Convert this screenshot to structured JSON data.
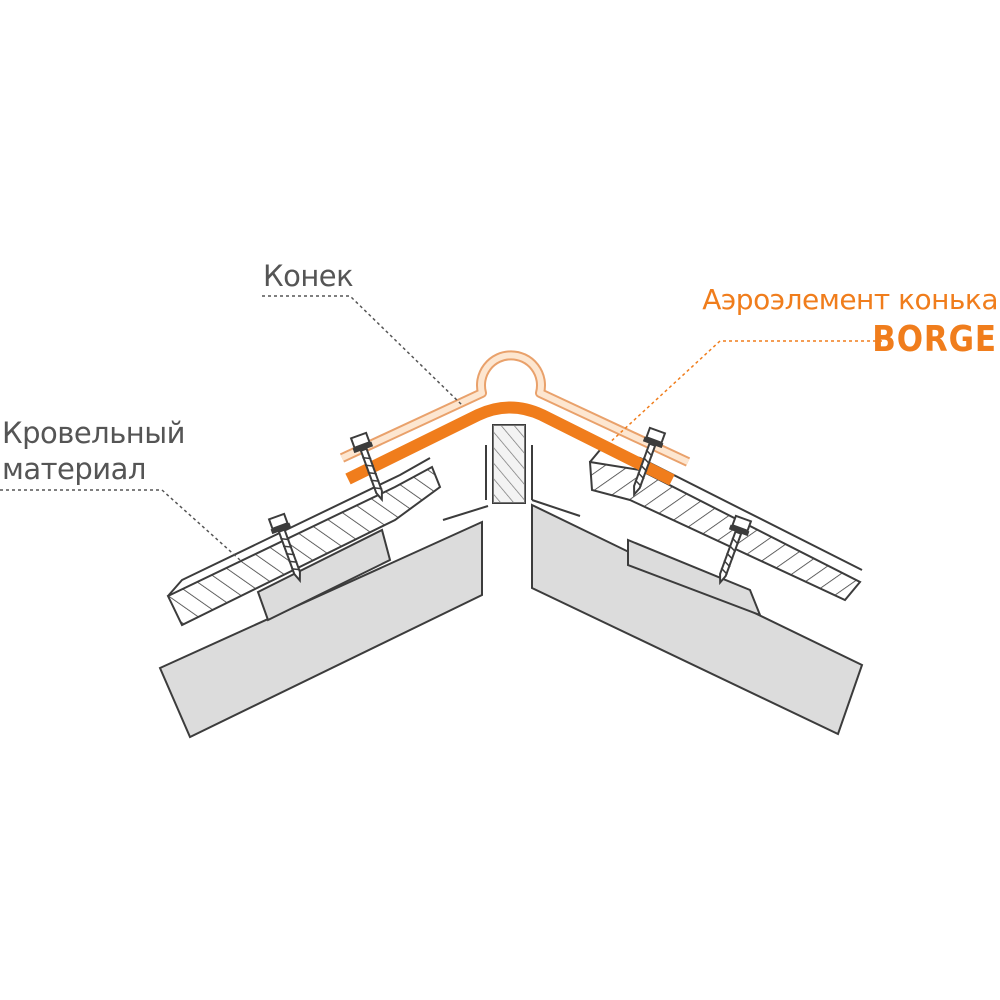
{
  "labels": {
    "ridge": "Конек",
    "roofing_line1": "Кровельный",
    "roofing_line2": "материал",
    "aero_element": "Аэроэлемент конька",
    "brand": "BORGE"
  },
  "colors": {
    "text": "#555555",
    "accent": "#f07d1c",
    "ridge_fill": "#fde6d0",
    "ridge_stroke": "#e9a16b",
    "beam_fill": "#dcdcdc",
    "line": "#3c3c3c",
    "leader": "#555555"
  }
}
